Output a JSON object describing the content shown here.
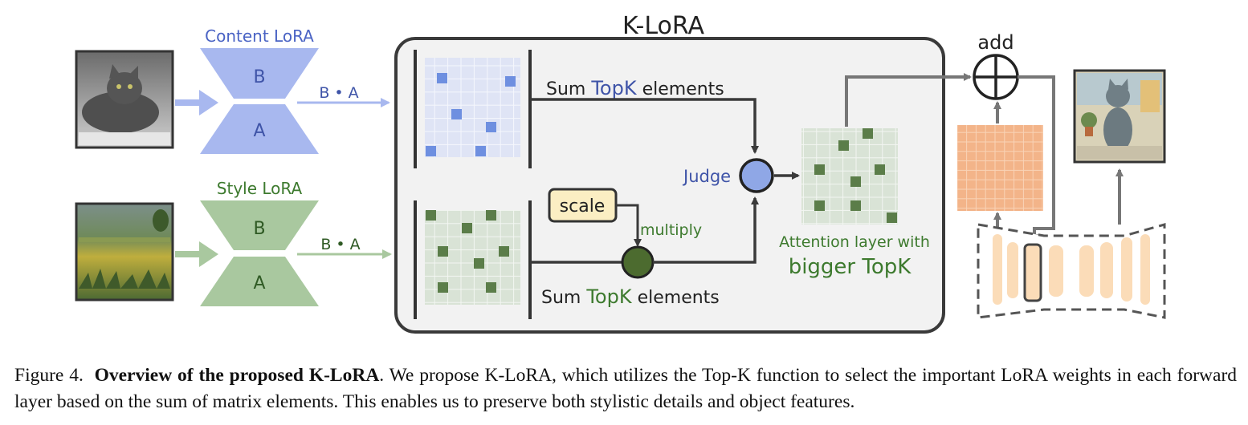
{
  "title": "K-LoRA",
  "content_lora": {
    "label": "Content LoRA",
    "b": "B",
    "a": "A",
    "output": "B • A"
  },
  "style_lora": {
    "label": "Style LoRA",
    "b": "B",
    "a": "A",
    "output": "B • A"
  },
  "sum_top": {
    "prefix": "Sum ",
    "highlight": "TopK",
    "suffix": " elements"
  },
  "sum_bottom": {
    "prefix": "Sum ",
    "highlight": "TopK",
    "suffix": " elements"
  },
  "scale_label": "scale",
  "multiply_label": "multiply",
  "judge_label": "Judge",
  "attention_label_line1": "Attention layer with",
  "attention_label_line2": "bigger TopK",
  "add_label": "add",
  "caption": {
    "figure_num": "Figure 4.",
    "bold_title": "Overview of the proposed K-LoRA",
    "text": ". We propose K-LoRA, which utilizes the Top-K function to select the important LoRA weights in each forward layer based on the sum of matrix elements. This enables us to preserve both stylistic details and object features."
  },
  "colors": {
    "content_blue": "#a8b8ef",
    "content_text": "#4a63c4",
    "style_green": "#a9c89f",
    "style_text": "#3d7a2e",
    "judge_fill": "#8fa7e6",
    "multiply_fill": "#4c6b2f",
    "orange_grid": "#f3b489",
    "unet_bar": "#fbdcb8"
  },
  "icons": [
    "cat-photo",
    "meadow-painting",
    "stylized-cat-output",
    "add-circle-icon",
    "judge-node-icon",
    "multiply-node-icon"
  ]
}
